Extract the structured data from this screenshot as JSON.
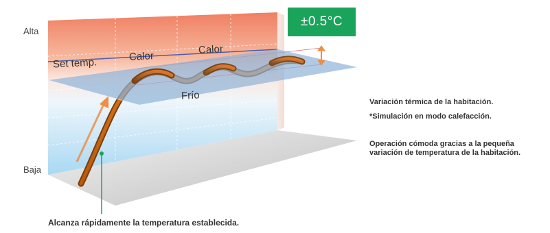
{
  "diagram": {
    "axis_high_label": "Alta",
    "axis_low_label": "Baja",
    "set_temp_label": "Set temp.",
    "heat_label_1": "Calor",
    "heat_label_2": "Calor",
    "cold_label": "Frío",
    "tolerance_badge": "±0.5°C",
    "note_variation": "Variación térmica de la habitación.",
    "note_simulation": "*Simulación en modo calefacción.",
    "note_comfort_line1": "Operación cómoda gracias a la pequeña",
    "note_comfort_line2": "variación de temperatura de la habitación.",
    "note_reach": "Alcanza rápidamente la temperatura establecida."
  },
  "colors": {
    "warm_top": "#ef7f62",
    "warm_bottom": "#fbe3d6",
    "cool_bottom": "#b9def5",
    "set_plane": "#8fb3d9",
    "curve": "#e8761b",
    "badge": "#1aa45b",
    "leader": "#1aa45b"
  }
}
